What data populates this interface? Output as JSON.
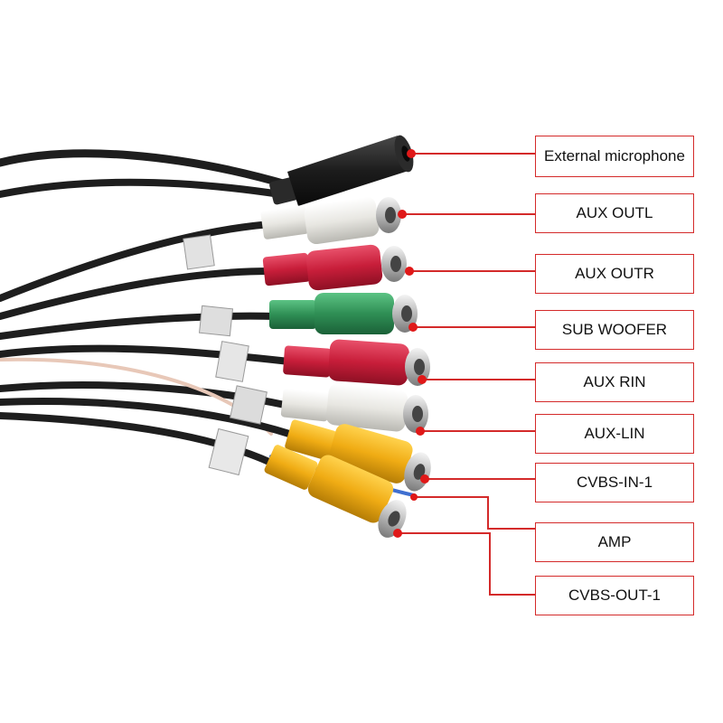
{
  "colors": {
    "cable": "#1e1e1e",
    "cable_highlight": "#5a5a5a",
    "callout_line": "#d42a2a",
    "callout_dot": "#e01818",
    "box_border": "#d42a2a",
    "white_plug": "#ecebe6",
    "red_plug": "#c81e3a",
    "green_plug": "#2f8f55",
    "yellow_plug": "#f0ac14",
    "black_plug": "#1c1c1c",
    "metal": "#c9c9c9"
  },
  "connectors": [
    {
      "label": "External microphone",
      "plug_color": "black",
      "icon": "mic-jack-icon"
    },
    {
      "label": "AUX OUTL",
      "plug_color": "white",
      "icon": "rca-plug-icon"
    },
    {
      "label": "AUX OUTR",
      "plug_color": "red",
      "icon": "rca-plug-icon"
    },
    {
      "label": "SUB WOOFER",
      "plug_color": "green",
      "icon": "rca-plug-icon"
    },
    {
      "label": "AUX RIN",
      "plug_color": "red",
      "icon": "rca-plug-icon"
    },
    {
      "label": "AUX-LIN",
      "plug_color": "white",
      "icon": "rca-plug-icon"
    },
    {
      "label": "CVBS-IN-1",
      "plug_color": "yellow",
      "icon": "rca-plug-icon"
    },
    {
      "label": "AMP",
      "plug_color": "blue-wire",
      "icon": "wire-icon"
    },
    {
      "label": "CVBS-OUT-1",
      "plug_color": "yellow",
      "icon": "rca-plug-icon"
    }
  ]
}
